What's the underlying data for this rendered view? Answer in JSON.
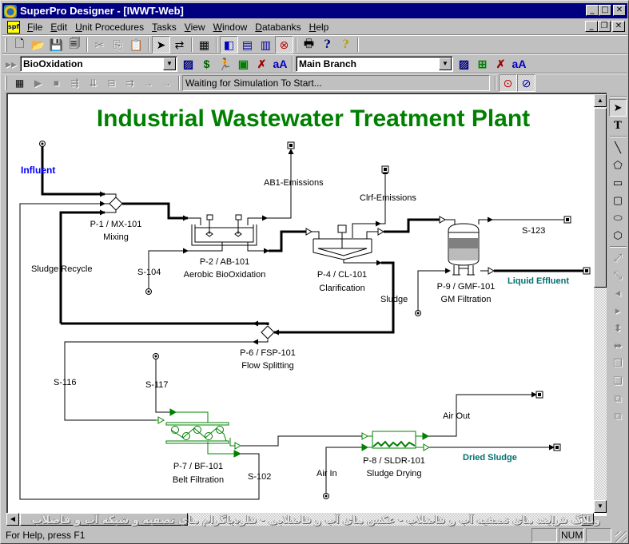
{
  "window": {
    "title": "SuperPro Designer - [IWWT-Web]",
    "controls": {
      "minimize": "_",
      "maximize": "□",
      "close": "✕",
      "restore": "❐"
    }
  },
  "menubar": {
    "items": [
      {
        "label": "File",
        "accel": "F"
      },
      {
        "label": "Edit",
        "accel": "E"
      },
      {
        "label": "Unit Procedures",
        "accel": "U"
      },
      {
        "label": "Tasks",
        "accel": "T"
      },
      {
        "label": "View",
        "accel": "V"
      },
      {
        "label": "Window",
        "accel": "W"
      },
      {
        "label": "Databanks",
        "accel": "D"
      },
      {
        "label": "Help",
        "accel": "H"
      }
    ]
  },
  "toolbar_main": {
    "buttons": [
      {
        "name": "new-icon",
        "glyph": "🗋"
      },
      {
        "name": "open-icon",
        "glyph": "📂"
      },
      {
        "name": "save-icon",
        "glyph": "💾"
      },
      {
        "name": "save-all-icon",
        "glyph": "🗐"
      },
      {
        "name": "cut-icon",
        "glyph": "✂",
        "disabled": true
      },
      {
        "name": "copy-icon",
        "glyph": "⎘",
        "disabled": true
      },
      {
        "name": "paste-icon",
        "glyph": "📋"
      },
      {
        "name": "select-pointer-icon",
        "glyph": "➤",
        "pressed": true
      },
      {
        "name": "connect-streams-icon",
        "glyph": "⇄"
      },
      {
        "name": "calculator-icon",
        "glyph": "▦"
      },
      {
        "name": "toggle-shapes-icon",
        "glyph": "◧",
        "pressed": true
      },
      {
        "name": "stream-table-icon",
        "glyph": "▤"
      },
      {
        "name": "equipment-table-icon",
        "glyph": "▥"
      },
      {
        "name": "delete-table-icon",
        "glyph": "⊗",
        "pressed": true
      },
      {
        "name": "print-icon",
        "glyph": "🖶"
      },
      {
        "name": "context-help-icon",
        "glyph": "?"
      },
      {
        "name": "help-icon",
        "glyph": "?"
      }
    ]
  },
  "toolbar_section": {
    "section_select": "BioOxidation",
    "branch_select": "Main Branch",
    "buttons": [
      {
        "name": "section-properties-icon",
        "glyph": "▨"
      },
      {
        "name": "section-cost-icon",
        "glyph": "$"
      },
      {
        "name": "section-labor-icon",
        "glyph": "🏃"
      },
      {
        "name": "new-section-icon",
        "glyph": "▣"
      },
      {
        "name": "delete-section-icon",
        "glyph": "✗"
      },
      {
        "name": "rename-section-icon",
        "glyph": "aA"
      }
    ],
    "branch_buttons": [
      {
        "name": "branch-properties-icon",
        "glyph": "▨"
      },
      {
        "name": "new-branch-icon",
        "glyph": "⊞"
      },
      {
        "name": "delete-branch-icon",
        "glyph": "✗"
      },
      {
        "name": "rename-branch-icon",
        "glyph": "aA"
      }
    ]
  },
  "toolbar_sim": {
    "status": "Waiting for Simulation To Start...",
    "buttons": [
      {
        "name": "solve-mb-icon",
        "glyph": "▦"
      },
      {
        "name": "run-icon",
        "glyph": "▶",
        "disabled": true
      },
      {
        "name": "stop-icon",
        "glyph": "■",
        "disabled": true
      },
      {
        "name": "step-op-icon",
        "glyph": "⇶",
        "disabled": true
      },
      {
        "name": "step-procedure-icon",
        "glyph": "⇊",
        "disabled": true
      },
      {
        "name": "step-section-icon",
        "glyph": "⊟",
        "disabled": true
      },
      {
        "name": "step-branch-icon",
        "glyph": "⇉",
        "disabled": true
      },
      {
        "name": "step-into-icon",
        "glyph": "→",
        "disabled": true
      },
      {
        "name": "step-out-icon",
        "glyph": "→",
        "disabled": true
      }
    ],
    "right_buttons": [
      {
        "name": "breakpoint-set-icon",
        "glyph": "⊙"
      },
      {
        "name": "breakpoint-clear-icon",
        "glyph": "⊘"
      }
    ]
  },
  "flowsheet": {
    "title": "Industrial Wastewater Treatment Plant",
    "colors": {
      "title": "#008000",
      "influent": "#0000ff",
      "effluent": "#007070",
      "belt_units": "#008000"
    },
    "stream_labels": {
      "influent": "Influent",
      "ab1_emissions": "AB1-Emissions",
      "clrf_emissions": "Clrf-Emissions",
      "sludge_recycle": "Sludge  Recycle",
      "s104": "S-104",
      "s123": "S-123",
      "liquid_effluent": "Liquid Effluent",
      "sludge": "Sludge",
      "s116": "S-116",
      "s117": "S-117",
      "air_out": "Air Out",
      "dried_sludge": "Dried Sludge",
      "s102": "S-102",
      "air_in": "Air In"
    },
    "units": [
      {
        "id": "P-1 / MX-101",
        "name": "Mixing"
      },
      {
        "id": "P-2 / AB-101",
        "name": "Aerobic BioOxidation"
      },
      {
        "id": "P-4 / CL-101",
        "name": "Clarification"
      },
      {
        "id": "P-9 / GMF-101",
        "name": "GM Filtration"
      },
      {
        "id": "P-6 / FSP-101",
        "name": "Flow Splitting"
      },
      {
        "id": "P-7 / BF-101",
        "name": "Belt Filtration"
      },
      {
        "id": "P-8 / SLDR-101",
        "name": "Sludge Drying"
      }
    ]
  },
  "drawing_tools": [
    {
      "name": "select-arrow-icon",
      "glyph": "➤",
      "pressed": true
    },
    {
      "name": "text-tool-icon",
      "glyph": "T"
    },
    {
      "name": "line-tool-icon",
      "glyph": "╲"
    },
    {
      "name": "polyline-tool-icon",
      "glyph": "⬠"
    },
    {
      "name": "rectangle-tool-icon",
      "glyph": "▭"
    },
    {
      "name": "rounded-rect-tool-icon",
      "glyph": "▢"
    },
    {
      "name": "ellipse-tool-icon",
      "glyph": "⬭"
    },
    {
      "name": "polygon-tool-icon",
      "glyph": "⬡"
    },
    {
      "name": "connect-icon",
      "glyph": "⤢",
      "disabled": true
    },
    {
      "name": "disconnect-icon",
      "glyph": "⤡",
      "disabled": true
    },
    {
      "name": "align-left-icon",
      "glyph": "◂",
      "disabled": true
    },
    {
      "name": "align-right-icon",
      "glyph": "▸",
      "disabled": true
    },
    {
      "name": "align-vertical-icon",
      "glyph": "⬍",
      "disabled": true
    },
    {
      "name": "align-horizontal-icon",
      "glyph": "⬌",
      "disabled": true
    },
    {
      "name": "bring-front-icon",
      "glyph": "❐",
      "disabled": true
    },
    {
      "name": "send-back-icon",
      "glyph": "❏",
      "disabled": true
    },
    {
      "name": "group-icon",
      "glyph": "⧉",
      "disabled": true
    },
    {
      "name": "ungroup-icon",
      "glyph": "⧉",
      "disabled": true
    }
  ],
  "watermark": "وبلاگ فرایند های تصفیه آب و فاضلاب - عکس های آب و فاضلابی - فلودیاگرام های تصفیه و شبکه آب و فاضلاب",
  "statusbar": {
    "help": "For Help, press F1",
    "num": "NUM"
  }
}
